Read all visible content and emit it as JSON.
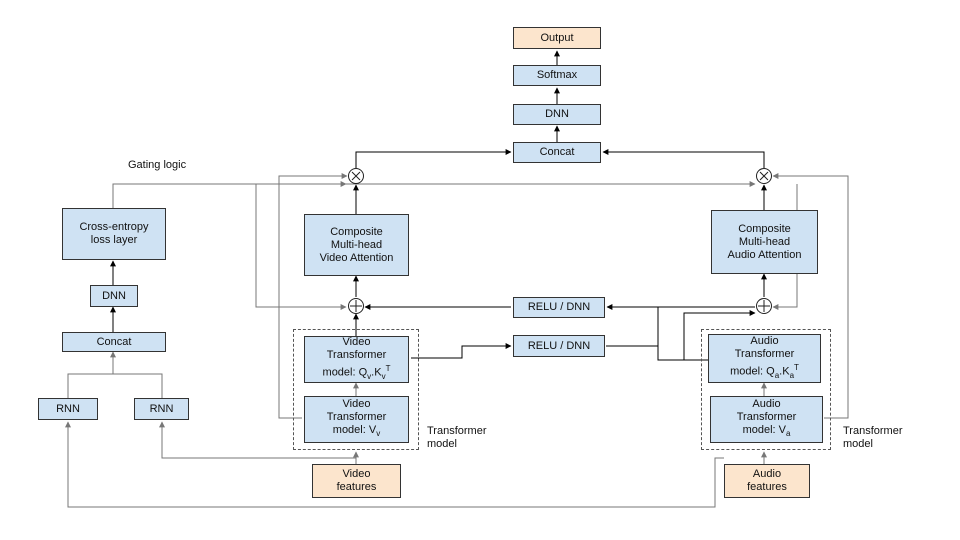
{
  "boxes": {
    "output": [
      "Output"
    ],
    "softmax": [
      "Softmax"
    ],
    "dnn_top": [
      "DNN"
    ],
    "concat_top": [
      "Concat"
    ],
    "video_attention": [
      "Composite",
      "Multi-head",
      "Video Attention"
    ],
    "audio_attention": [
      "Composite",
      "Multi-head",
      "Audio Attention"
    ],
    "relu_dnn_upper": [
      "RELU / DNN"
    ],
    "relu_dnn_lower": [
      "RELU / DNN"
    ],
    "video_transformer_qk": [
      "Video",
      "Transformer"
    ],
    "video_transformer_v": [
      "Video",
      "Transformer"
    ],
    "audio_transformer_qk": [
      "Audio",
      "Transformer"
    ],
    "audio_transformer_v": [
      "Audio",
      "Transformer"
    ],
    "cross_entropy": [
      "Cross-entropy",
      "loss layer"
    ],
    "dnn_left": [
      "DNN"
    ],
    "concat_left": [
      "Concat"
    ],
    "rnn_1": [
      "RNN"
    ],
    "rnn_2": [
      "RNN"
    ],
    "video_features": [
      "Video",
      "features"
    ],
    "audio_features": [
      "Audio",
      "features"
    ]
  },
  "formulas": {
    "video_qk": {
      "prefix": "model: ",
      "a": "Q",
      "a_sub": "v",
      "mid": ".K",
      "b_sub": "v",
      "sup": "T"
    },
    "video_v": {
      "prefix": "model: ",
      "a": "V",
      "a_sub": "v"
    },
    "audio_qk": {
      "prefix": "model: ",
      "a": "Q",
      "a_sub": "a",
      "mid": ".K",
      "b_sub": "a",
      "sup": "T"
    },
    "audio_v": {
      "prefix": "model: ",
      "a": "V",
      "a_sub": "a"
    }
  },
  "labels": {
    "gating_logic": "Gating logic",
    "transformer_model_video": [
      "Transformer",
      "model"
    ],
    "transformer_model_audio": [
      "Transformer",
      "model"
    ]
  },
  "operators": {
    "multiply": "⊗",
    "add": "⊕"
  },
  "colors": {
    "box_fill": "#cfe2f3",
    "io_fill": "#fce5cd",
    "arrow": "#000000",
    "feedback_arrow": "#777777"
  }
}
